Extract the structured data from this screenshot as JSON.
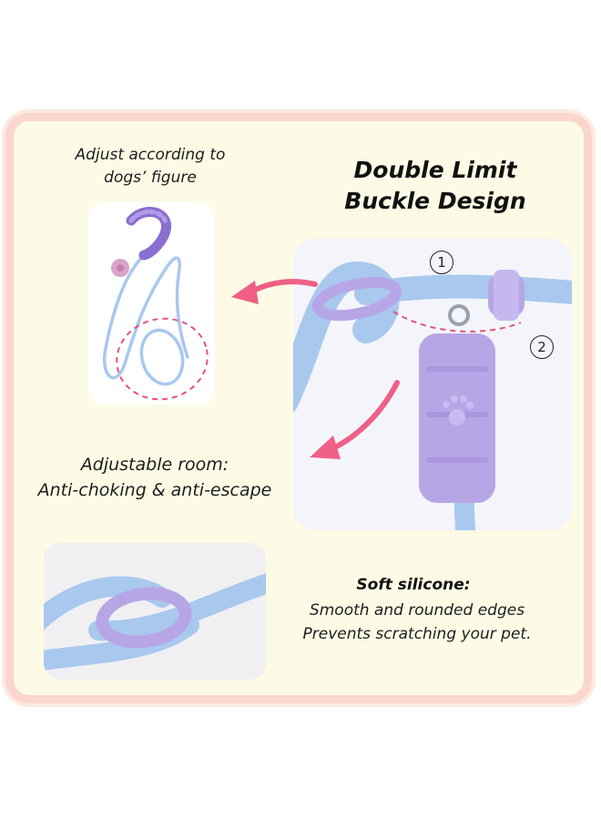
{
  "left_panel": {
    "caption_line1": "Adjust according to",
    "caption_line2": "dogs’ figure",
    "room_line1": "Adjustable room:",
    "room_line2": "Anti-choking & anti-escape"
  },
  "right_panel": {
    "title_line1": "Double Limit",
    "title_line2": "Buckle Design",
    "marker_1": "1",
    "marker_2": "2"
  },
  "silicone": {
    "title": "Soft silicone:",
    "line1": "Smooth and rounded edges",
    "line2": "Prevents scratching your pet."
  },
  "colors": {
    "rope_blue": "#a9c8ee",
    "silicone_purple": "#b7a6e6",
    "arrow_pink": "#ef5f86",
    "frame": "#fbd6cc",
    "background": "#fdfbe6"
  }
}
